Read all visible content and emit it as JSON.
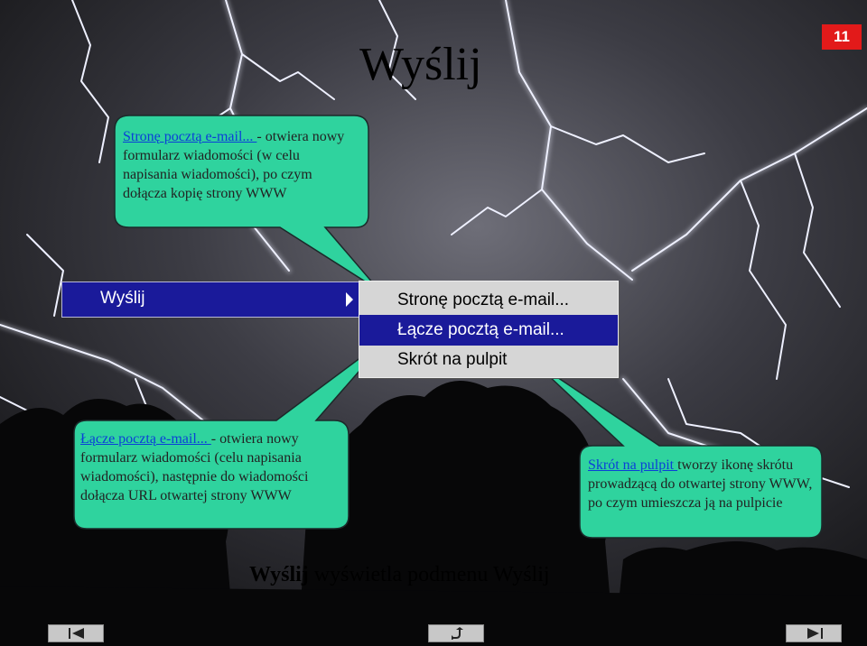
{
  "slide": {
    "number": "11",
    "title": "Wyślij"
  },
  "menu": {
    "parent_label": "Wyślij",
    "items": [
      {
        "label": "Stronę pocztą e-mail...",
        "selected": false
      },
      {
        "label": "Łącze pocztą e-mail...",
        "selected": true
      },
      {
        "label": "Skrót na pulpit",
        "selected": false
      }
    ]
  },
  "callouts": {
    "page_by_email": {
      "term": "Stronę pocztą e-mail... ",
      "description": " - otwiera nowy formularz wiadomości (w celu napisania wiadomości), po czym dołącza kopię strony WWW"
    },
    "link_by_email": {
      "term": "Łącze pocztą e-mail... ",
      "description": " - otwiera nowy formularz wiadomości (celu napisania wiadomości), następnie do wiadomości dołącza URL otwartej strony WWW"
    },
    "desktop_shortcut": {
      "term": "Skrót na pulpit ",
      "description": " tworzy ikonę skrótu prowadzącą do otwartej strony WWW, po czym umieszcza ją na pulpicie"
    }
  },
  "caption": {
    "term": "Wyślij",
    "rest": " wyświetla podmenu Wyślij"
  },
  "nav": {
    "first": "nav-first-icon",
    "return": "nav-return-icon",
    "last": "nav-last-icon"
  },
  "colors": {
    "bubble": "#2fd39e",
    "slide_number_bg": "#e21a1a",
    "menu_highlight": "#1a1a9a"
  }
}
